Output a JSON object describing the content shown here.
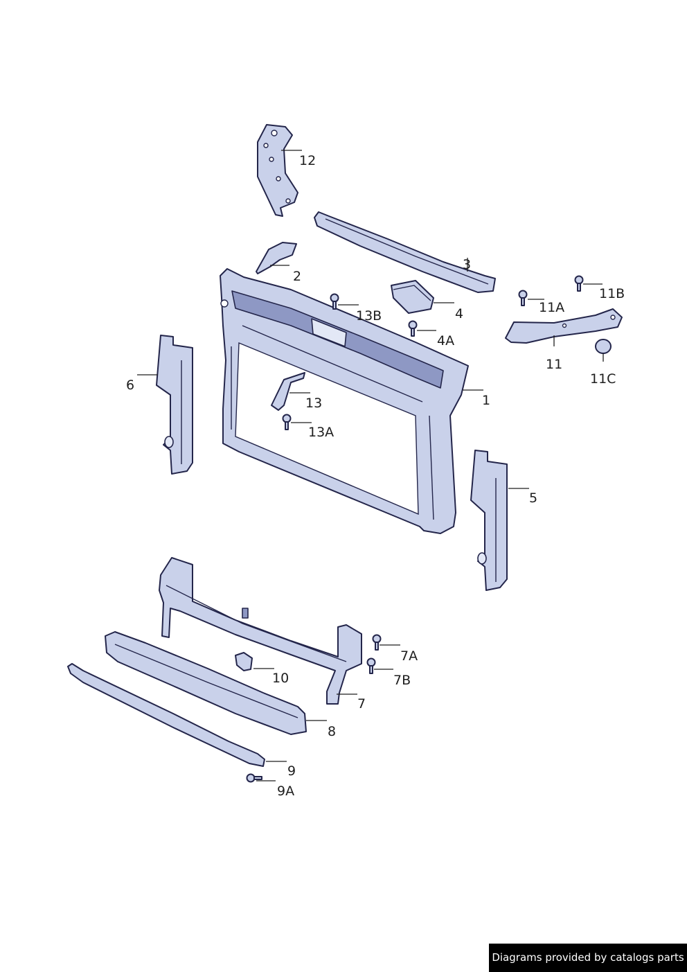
{
  "callouts": [
    {
      "id": "1",
      "label": "1"
    },
    {
      "id": "2",
      "label": "2"
    },
    {
      "id": "3",
      "label": "3"
    },
    {
      "id": "4",
      "label": "4"
    },
    {
      "id": "4A",
      "label": "4A"
    },
    {
      "id": "5",
      "label": "5"
    },
    {
      "id": "6",
      "label": "6"
    },
    {
      "id": "7",
      "label": "7"
    },
    {
      "id": "7A",
      "label": "7A"
    },
    {
      "id": "7B",
      "label": "7B"
    },
    {
      "id": "8",
      "label": "8"
    },
    {
      "id": "9",
      "label": "9"
    },
    {
      "id": "9A",
      "label": "9A"
    },
    {
      "id": "10",
      "label": "10"
    },
    {
      "id": "11",
      "label": "11"
    },
    {
      "id": "11A",
      "label": "11A"
    },
    {
      "id": "11B",
      "label": "11B"
    },
    {
      "id": "11C",
      "label": "11C"
    },
    {
      "id": "12",
      "label": "12"
    },
    {
      "id": "13",
      "label": "13"
    },
    {
      "id": "13A",
      "label": "13A"
    },
    {
      "id": "13B",
      "label": "13B"
    }
  ],
  "credit": "Diagrams provided by catalogs parts",
  "colors": {
    "part_fill": "#c9d1ea",
    "part_outline": "#23254a",
    "credit_bg": "#000000",
    "credit_text": "#ffffff"
  }
}
